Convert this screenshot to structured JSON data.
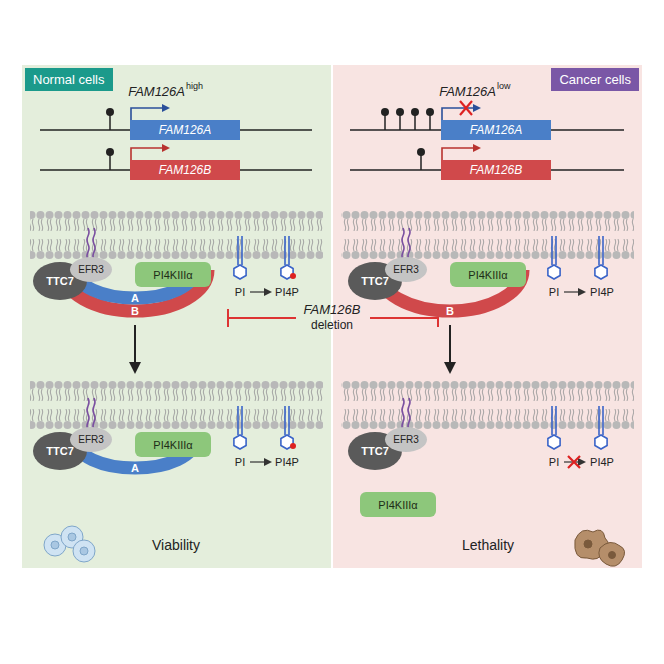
{
  "diagram": {
    "nodes": [
      {
        "text": [
          "Normal cells"
        ]
      },
      {
        "text": [
          "FAM126A"
        ],
        "in": 0
      },
      {
        "text": [
          "FAM126B"
        ],
        "in": 0
      },
      {
        "text": [
          "TTC7"
        ],
        "in": 0
      },
      {
        "text": [
          "EFR3"
        ],
        "in": 0
      },
      {
        "text": [
          "PI4KIIIα"
        ],
        "in": 0
      },
      {
        "text": [
          "B"
        ],
        "in": 0
      },
      {
        "text": [
          "A"
        ],
        "in": 0
      },
      {
        "text": [
          "TTC7"
        ],
        "in": 0
      },
      {
        "text": [
          "EFR3"
        ],
        "in": 0
      },
      {
        "text": [
          "PI4KIIIα"
        ],
        "in": 0
      },
      {
        "text": [
          "A"
        ],
        "in": 0
      },
      {
        "text": [
          "Cancer cells"
        ]
      },
      {
        "text": [
          "FAM126A"
        ],
        "in": 12
      },
      {
        "text": [
          "FAM126B"
        ],
        "in": 12
      },
      {
        "text": [
          "TTC7"
        ],
        "in": 12
      },
      {
        "text": [
          "EFR3"
        ],
        "in": 12
      },
      {
        "text": [
          "PI4KIIIα"
        ],
        "in": 12
      },
      {
        "text": [
          "B"
        ],
        "in": 12
      },
      {
        "text": [
          "TTC7"
        ],
        "in": 12
      },
      {
        "text": [
          "EFR3"
        ],
        "in": 12
      },
      {
        "text": [
          "PI4KIIIα"
        ],
        "in": 12
      }
    ],
    "labels": [
      "FAM126A",
      "high",
      "FAM126A",
      "low",
      "PI",
      "PI4P",
      "PI",
      "PI4P",
      "FAM126B",
      "deletion",
      "PI",
      "PI4P",
      "PI",
      "PI4P",
      "Viability",
      "Lethality"
    ]
  }
}
